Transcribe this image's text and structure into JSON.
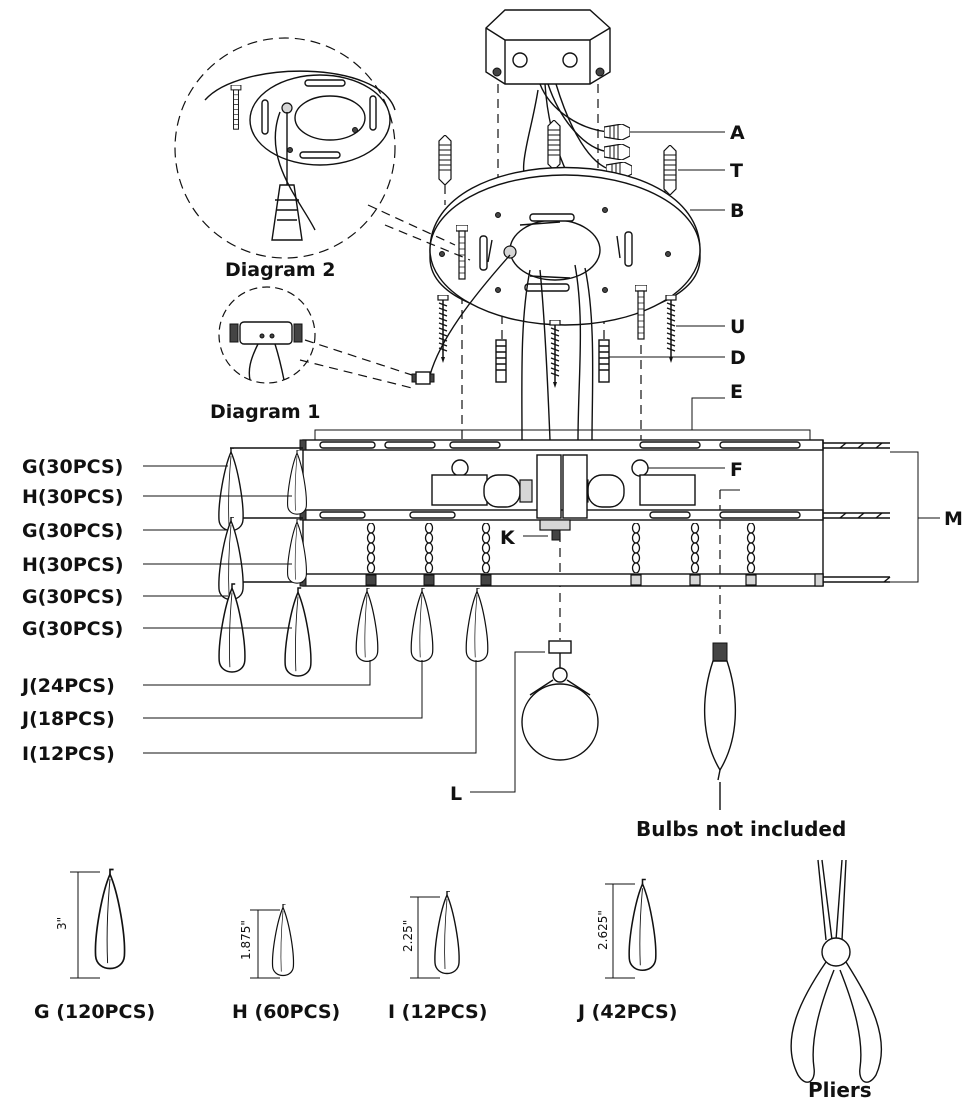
{
  "parts": {
    "A": "A",
    "T": "T",
    "B": "B",
    "U": "U",
    "D": "D",
    "E": "E",
    "F": "F",
    "M": "M",
    "K": "K",
    "L": "L"
  },
  "diagrams": {
    "diagram2": "Diagram 2",
    "diagram1": "Diagram 1"
  },
  "crystal_rows": [
    "G(30PCS)",
    "H(30PCS)",
    "G(30PCS)",
    "H(30PCS)",
    "G(30PCS)",
    "G(30PCS)"
  ],
  "hanging_drops": [
    "J(24PCS)",
    "J(18PCS)",
    "I(12PCS)"
  ],
  "bulbs_note": "Bulbs not included",
  "crystal_sizes": [
    {
      "dim": "3\"",
      "label": "G (120PCS)"
    },
    {
      "dim": "1.875\"",
      "label": "H (60PCS)"
    },
    {
      "dim": "2.25\"",
      "label": "I (12PCS)"
    },
    {
      "dim": "2.625\"",
      "label": "J (42PCS)"
    }
  ],
  "tool": "Pliers"
}
